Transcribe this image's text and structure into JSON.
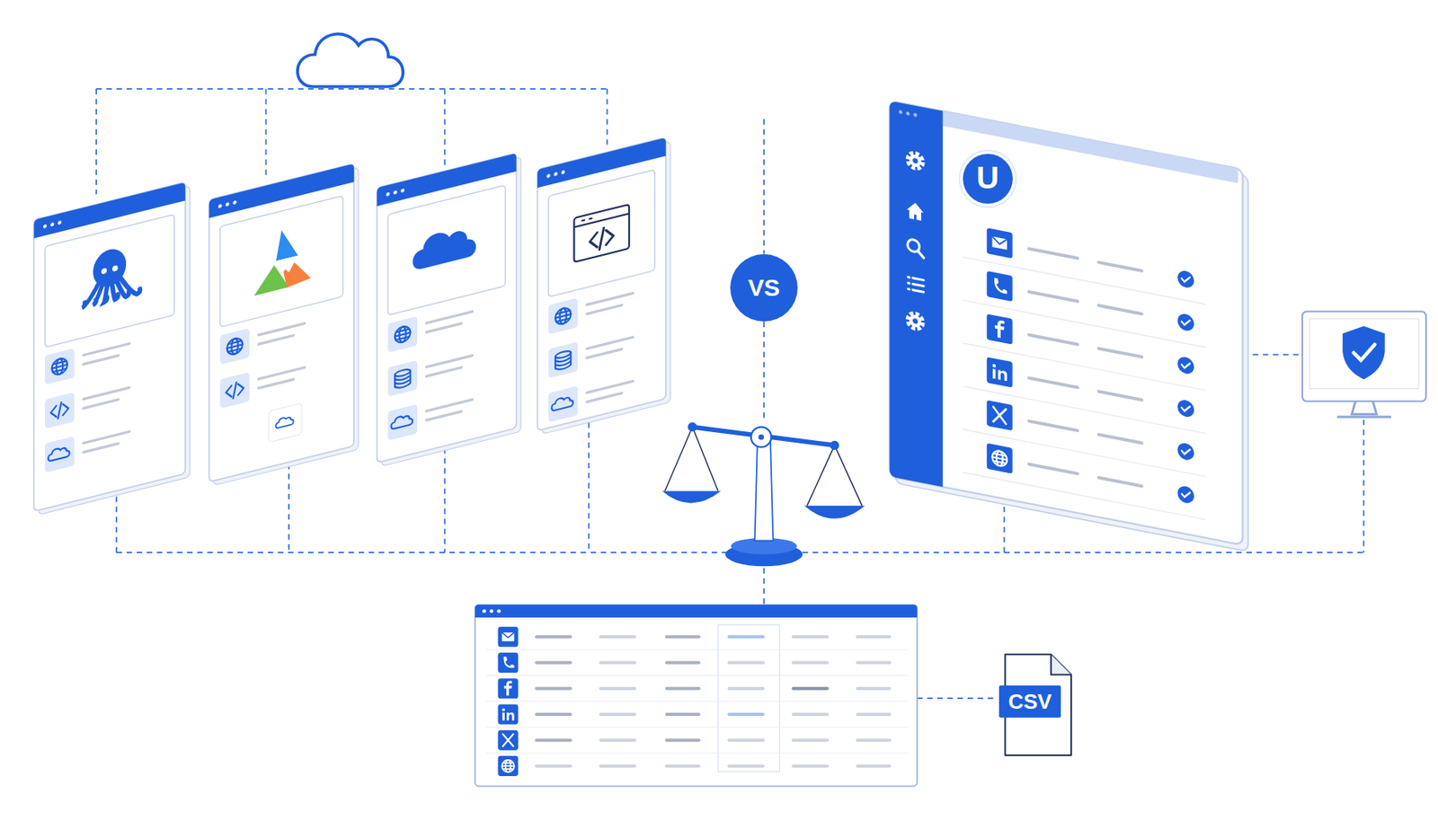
{
  "diagram": {
    "nodes": [
      {
        "text": [
          "U"
        ]
      },
      {
        "text": [
          "VS"
        ]
      },
      {
        "text": [
          "CSV"
        ]
      }
    ]
  }
}
